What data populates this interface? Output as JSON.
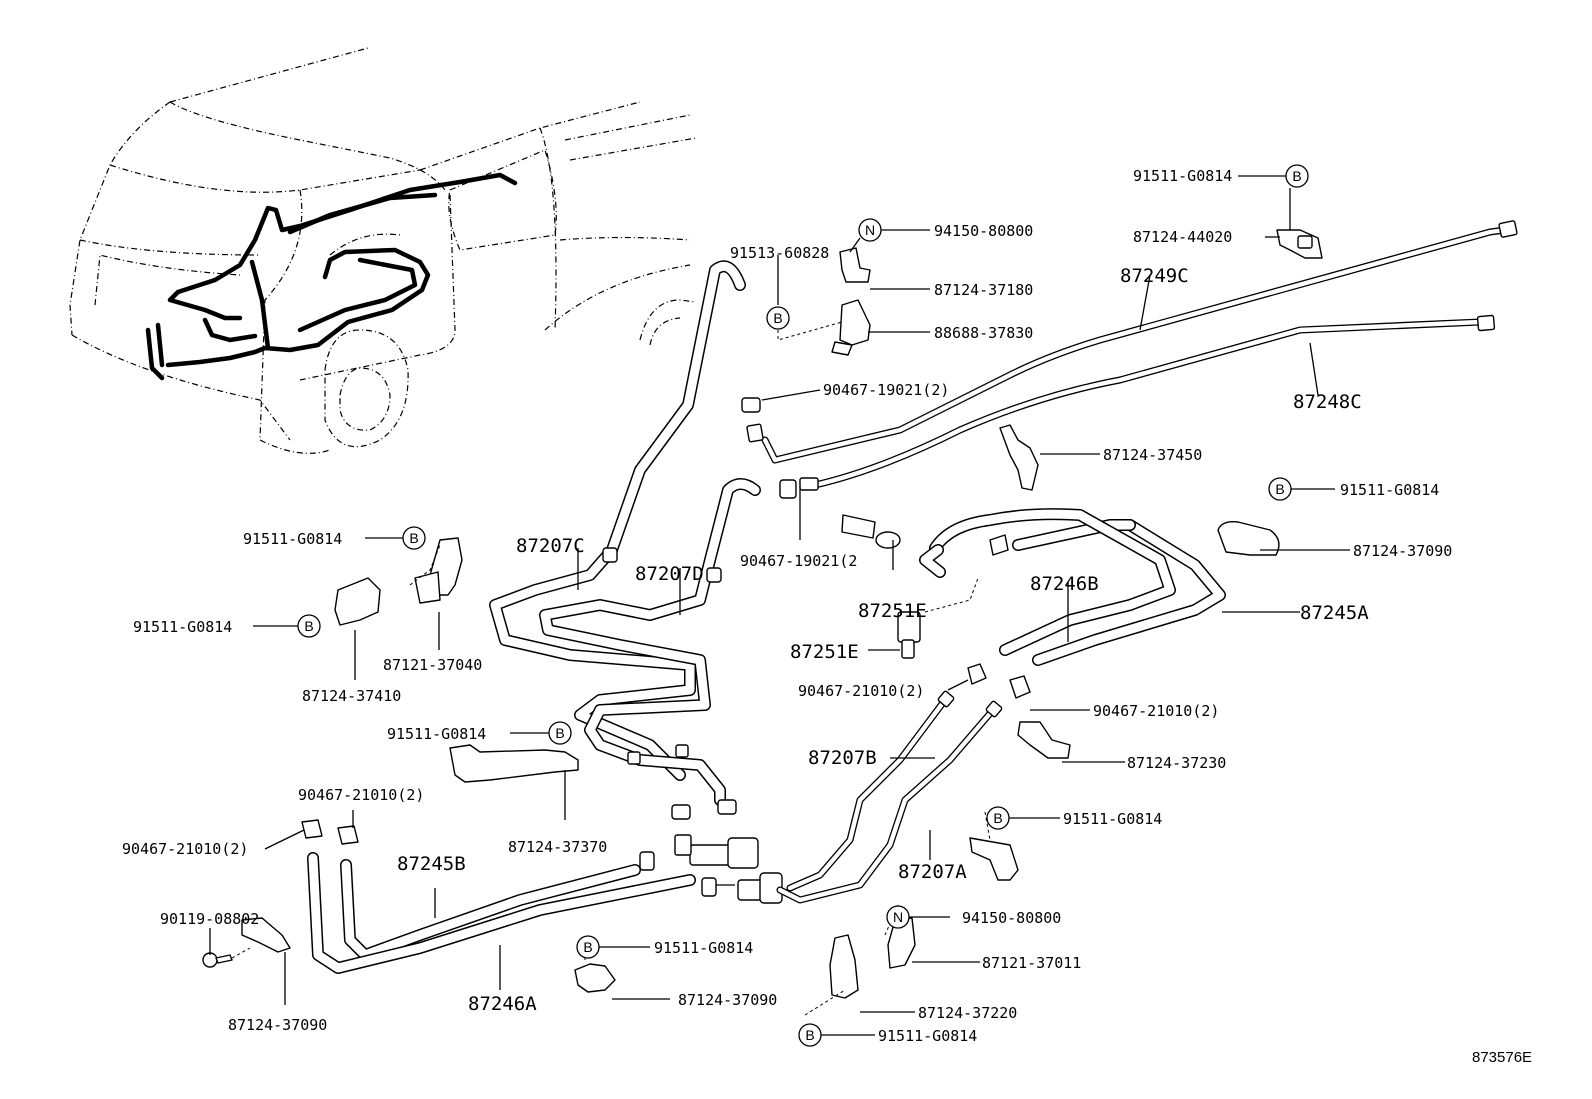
{
  "diagram_id": "873576E",
  "markers": {
    "bolt": "B",
    "nut": "N"
  },
  "labels": {
    "p87249c": "87249C",
    "p87248c": "87248C",
    "p87207c": "87207C",
    "p87207d": "87207D",
    "p87251e_a": "87251E",
    "p87251e_b": "87251E",
    "p87246b": "87246B",
    "p87245a": "87245A",
    "p87207b": "87207B",
    "p87207a": "87207A",
    "p87245b": "87245B",
    "p87246a": "87246A",
    "c91511_g0814_top": "91511-G0814",
    "c87124_44020": "87124-44020",
    "c94150_80800_top": "94150-80800",
    "c91513_60828": "91513-60828",
    "c87124_37180": "87124-37180",
    "c88688_37830": "88688-37830",
    "c90467_19021_a": "90467-19021(2)",
    "c90467_19021_b": "90467-19021(2",
    "c87124_37450": "87124-37450",
    "c91511_g0814_right": "91511-G0814",
    "c87124_37090_right": "87124-37090",
    "c91511_g0814_left1": "91511-G0814",
    "c91511_g0814_left2": "91511-G0814",
    "c87121_37040": "87121-37040",
    "c87124_37410": "87124-37410",
    "c90467_21010_mid": "90467-21010(2)",
    "c90467_21010_right": "90467-21010(2)",
    "c91511_g0814_mid": "91511-G0814",
    "c87124_37230": "87124-37230",
    "c90467_21010_left_a": "90467-21010(2)",
    "c90467_21010_left_b": "90467-21010(2)",
    "c87124_37370": "87124-37370",
    "c91511_g0814_rmid": "91511-G0814",
    "c90119_08802": "90119-08802",
    "c87124_37090_left": "87124-37090",
    "c91511_g0814_bot": "91511-G0814",
    "c87124_37090_bot": "87124-37090",
    "c94150_80800_bot": "94150-80800",
    "c87121_37011": "87121-37011",
    "c87124_37220": "87124-37220",
    "c91511_g0814_bot2": "91511-G0814"
  }
}
